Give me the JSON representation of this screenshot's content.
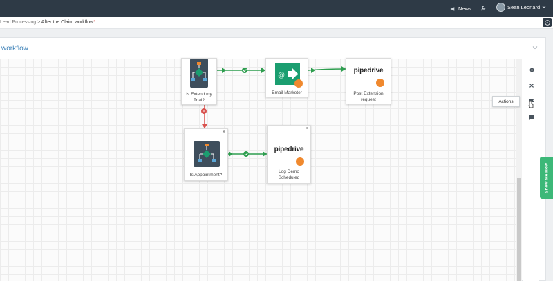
{
  "topbar": {
    "news_label": "News",
    "user_name": "Sean Leonard",
    "icons": [
      "megaphone-icon",
      "wrench-icon",
      "avatar",
      "chevron-down-icon"
    ]
  },
  "breadcrumb": {
    "parent": "Lead Processing",
    "separator": ">",
    "current": "After the Claim workflow",
    "unsaved_marker": "*"
  },
  "panel": {
    "title": "workflow"
  },
  "tools": {
    "tooltip": "Actions",
    "items": [
      "gear-icon",
      "shuffle-icon",
      "flag-icon",
      "comment-icon"
    ]
  },
  "show_me_how": "Show Me How",
  "nodes": {
    "extend_trial": "Is Extend my Trial?",
    "email_marketer": "Email Marketer",
    "post_extension": "Post Extension request",
    "appointment": "Is Appointment?",
    "log_demo": "Log Demo Scheduled",
    "pipedrive_logo": "pipedrive",
    "close_glyph": "×"
  },
  "colors": {
    "topbar": "#2e3a46",
    "link_blue": "#3e82b8",
    "success_green": "#3cb878",
    "wire_green": "#2e9e4f",
    "wire_red": "#d9534f",
    "badge_orange": "#f0892e"
  }
}
